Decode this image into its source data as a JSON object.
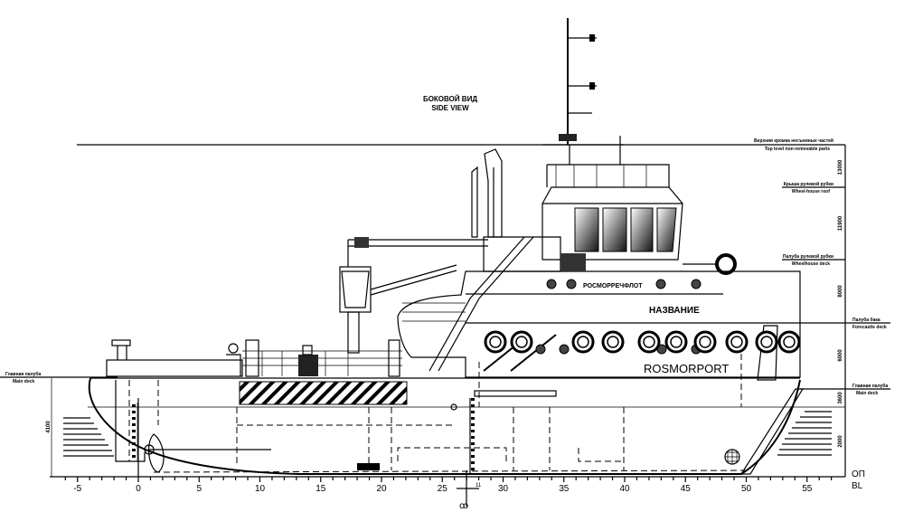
{
  "title": {
    "ru": "БОКОВОЙ ВИД",
    "en": "SIDE VIEW"
  },
  "levels": {
    "top_parts": {
      "ru": "Верхняя кромка несъемных частей",
      "en": "Top level non-removable parts"
    },
    "wheelhouse_roof": {
      "ru": "Крыша рулевой рубки",
      "en": "Wheel-house roof"
    },
    "wheelhouse_deck": {
      "ru": "Палуба рулевой рубки",
      "en": "Wheelhouse deck"
    },
    "forecastle_deck": {
      "ru": "Палуба бака",
      "en": "Forecastle deck"
    },
    "main_deck_right": {
      "ru": "Главная палуба",
      "en": "Main deck"
    },
    "main_deck_left": {
      "ru": "Главная палуба",
      "en": "Main deck"
    }
  },
  "dimensions": {
    "d1": "13000",
    "d2": "11900",
    "d3": "8000",
    "d4": "6000",
    "d5": "3600",
    "d6": "2000",
    "stern_draft": "4100"
  },
  "hull_text": {
    "owner": "РОСМОРРЕЧФЛОТ",
    "name": "НАЗВАНИЕ",
    "brand": "ROSMORPORT"
  },
  "axis": {
    "ticks": [
      "-5",
      "0",
      "5",
      "10",
      "15",
      "20",
      "25",
      "30",
      "35",
      "40",
      "45",
      "50",
      "55"
    ],
    "baseline_ru": "ОП",
    "baseline_en": "BL",
    "midship_mark": "11"
  },
  "colors": {
    "ink": "#000000",
    "paper": "#ffffff"
  }
}
